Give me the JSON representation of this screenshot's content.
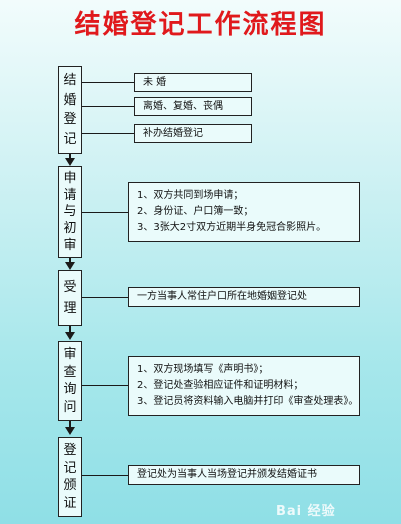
{
  "title": "结婚登记工作流程图",
  "stages": [
    {
      "chars": [
        "结",
        "婚",
        "登",
        "记"
      ]
    },
    {
      "chars": [
        "申",
        "请",
        "与",
        "初",
        "审"
      ]
    },
    {
      "chars": [
        "受",
        "理"
      ]
    },
    {
      "chars": [
        "审",
        "查",
        "询",
        "问"
      ]
    },
    {
      "chars": [
        "登",
        "记",
        "颁",
        "证"
      ]
    }
  ],
  "registration_items": [
    "未 婚",
    "离婚、复婚、丧偶",
    "补办结婚登记"
  ],
  "application_items": [
    "1、双方共同到场申请；",
    "2、身份证、户口簿一致；",
    "3、3张大2寸双方近期半身免冠合影照片。"
  ],
  "acceptance_items": [
    "一方当事人常住户口所在地婚姻登记处"
  ],
  "review_items": [
    "1、双方现场填写《声明书》；",
    "2、登记处查验相应证件和证明材料；",
    "3、登记员将资料输入电脑并打印《审查处理表》。"
  ],
  "issuance_items": [
    "登记处为当事人当场登记并颁发结婚证书"
  ],
  "watermark": "Bai 经验"
}
